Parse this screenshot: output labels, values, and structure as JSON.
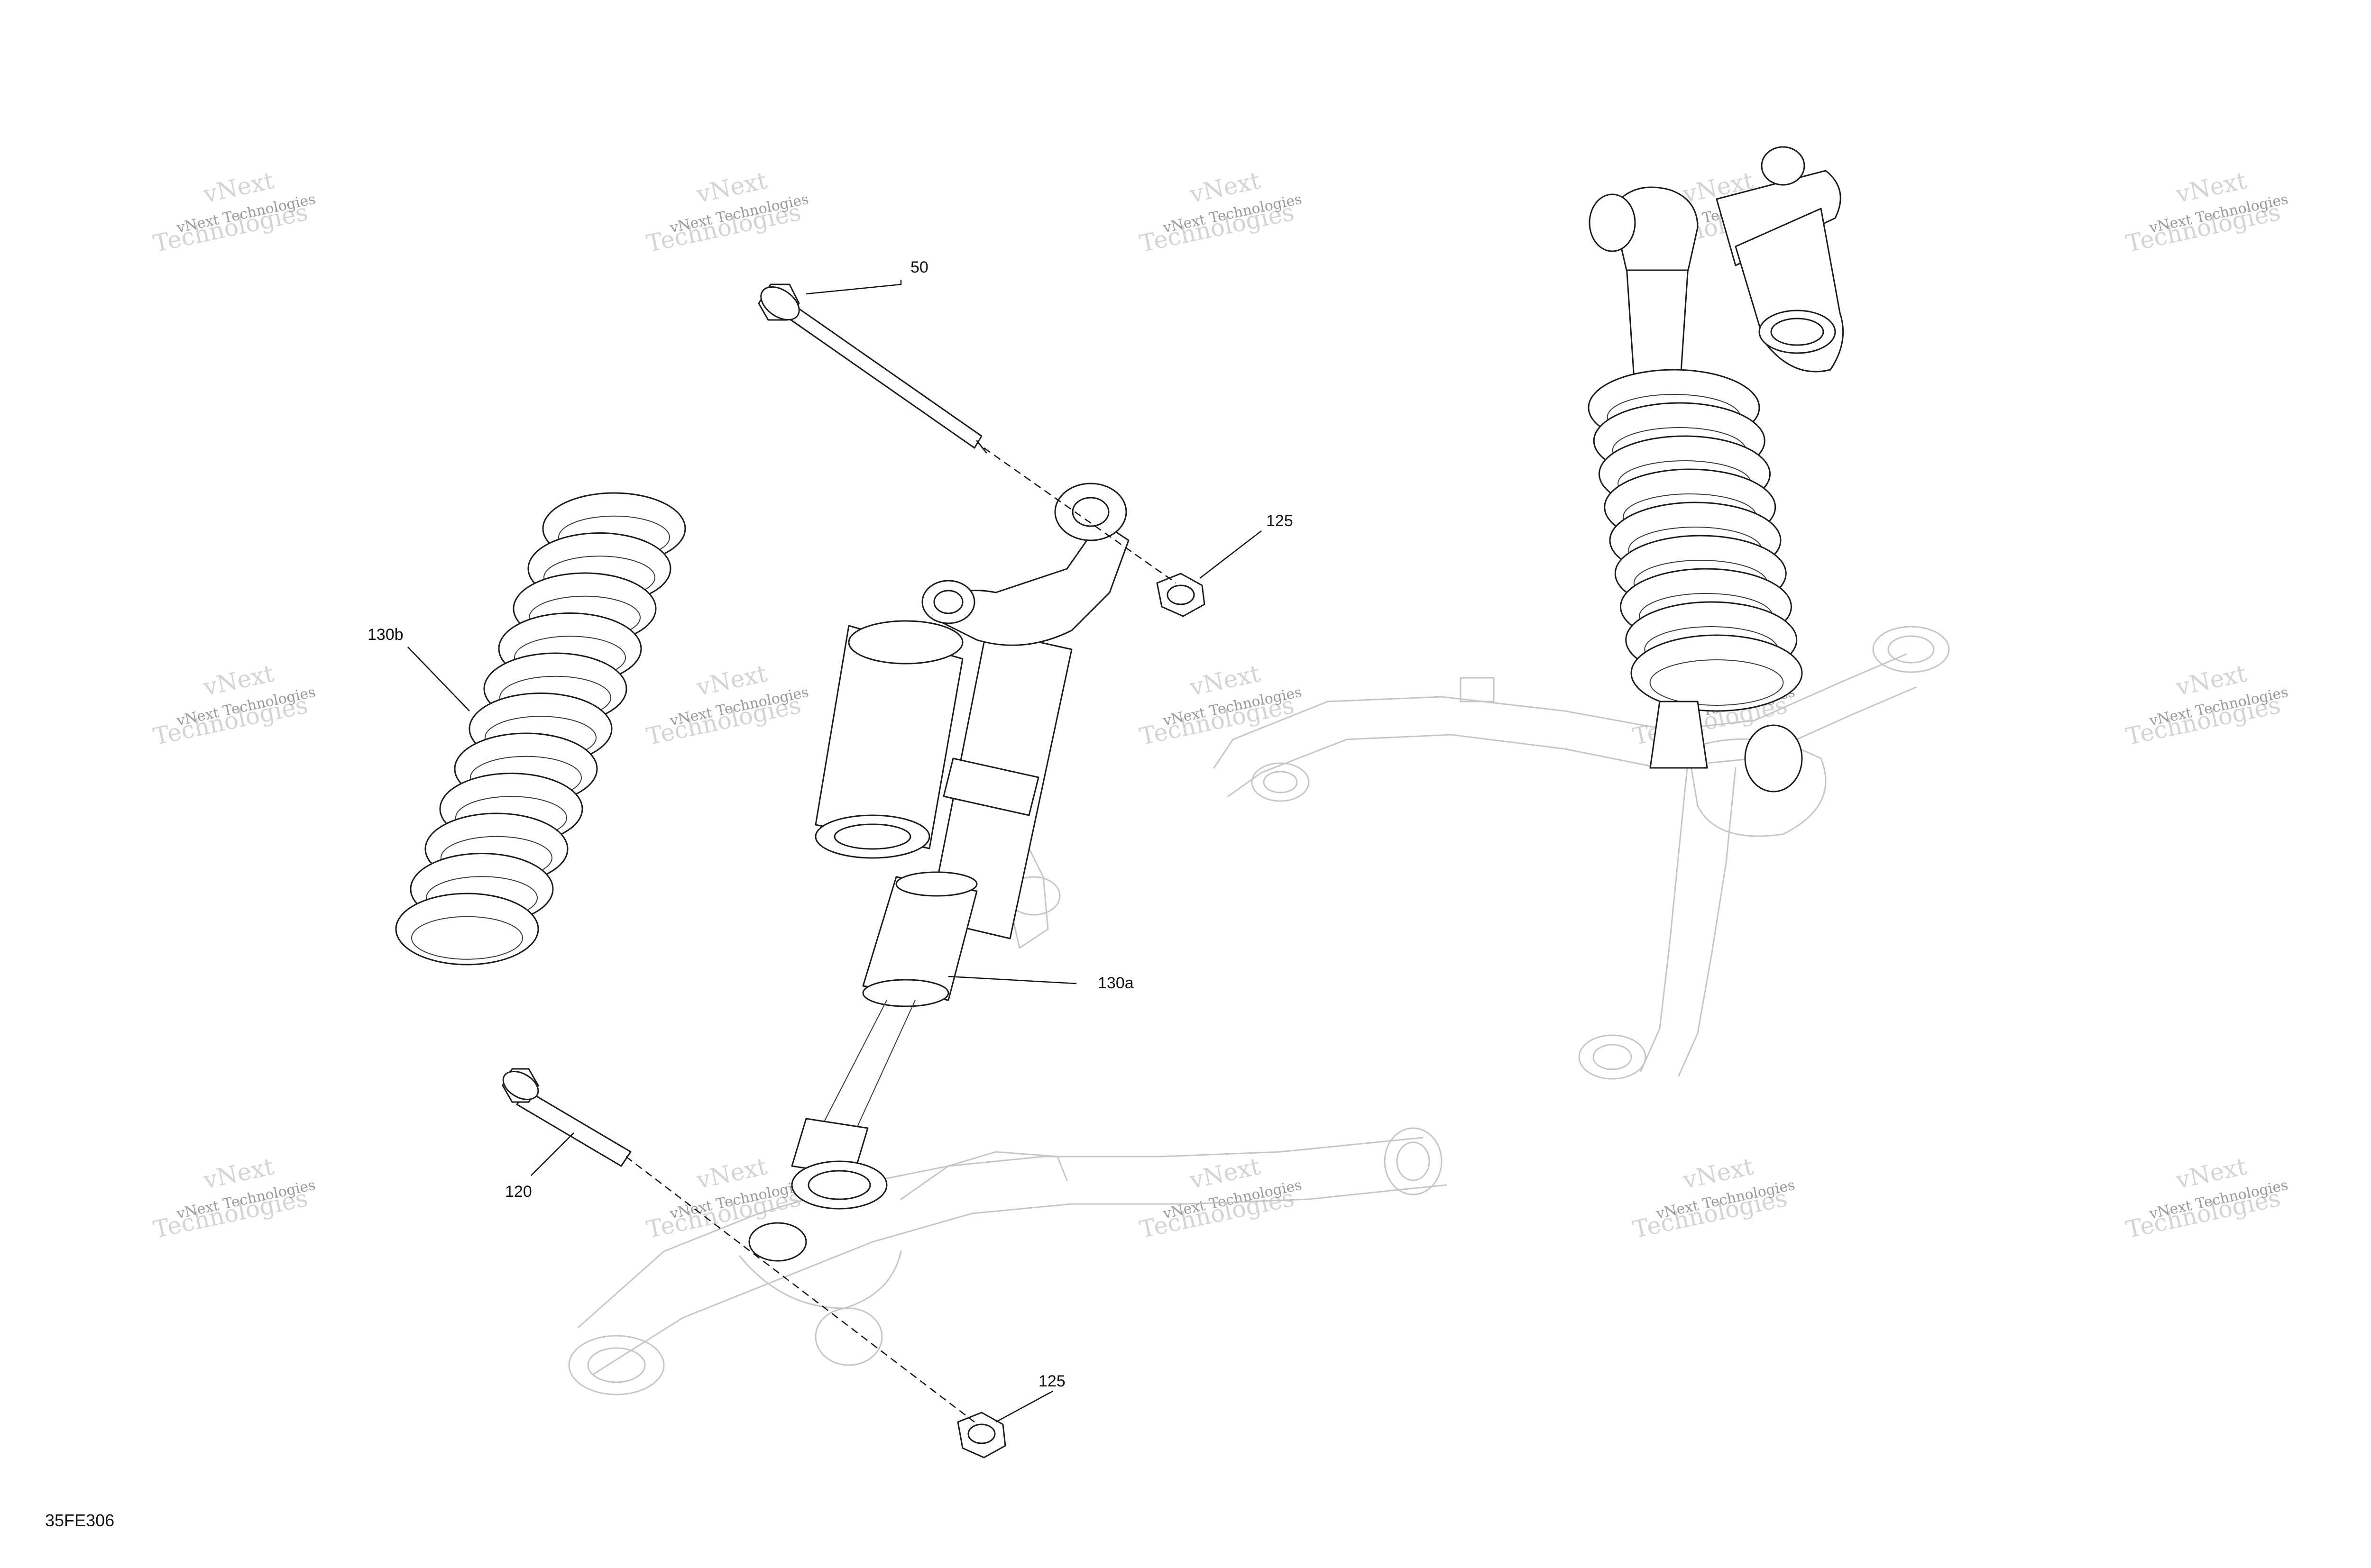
{
  "diagram": {
    "figure_code": "35FE306",
    "callouts": [
      {
        "id": "50",
        "label": "50"
      },
      {
        "id": "125-top",
        "label": "125"
      },
      {
        "id": "130b",
        "label": "130b"
      },
      {
        "id": "130a",
        "label": "130a"
      },
      {
        "id": "120",
        "label": "120"
      },
      {
        "id": "125-bottom",
        "label": "125"
      }
    ],
    "watermark": {
      "line1": "vNext Technologies",
      "line2": "Technologies",
      "line3": "vNext"
    }
  }
}
